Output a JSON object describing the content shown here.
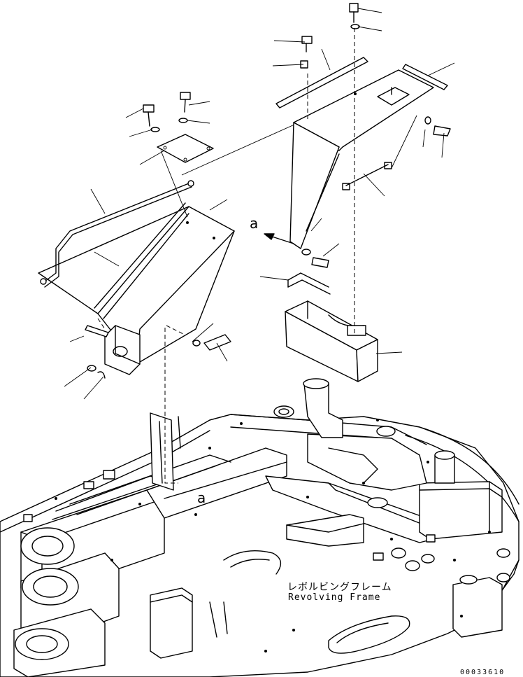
{
  "diagram": {
    "reference_mark": "a",
    "frame_label_jp": "レボルビングフレーム",
    "frame_label_en": "Revolving Frame",
    "drawing_number": "00033610"
  }
}
